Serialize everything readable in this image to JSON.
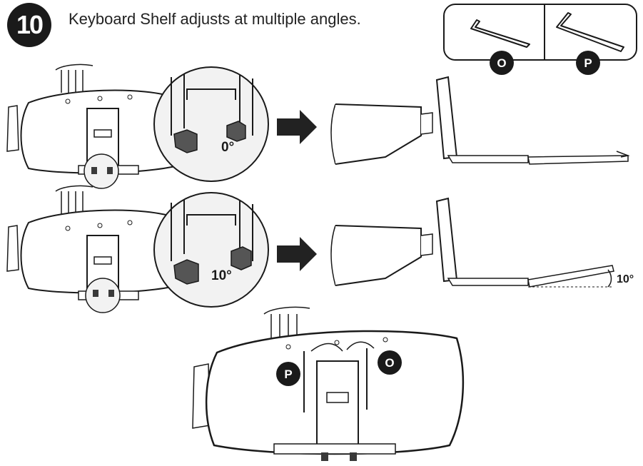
{
  "step": {
    "number": "10",
    "instruction": "Keyboard Shelf adjusts at multiple angles."
  },
  "tools": {
    "left_label": "O",
    "right_label": "P"
  },
  "panels": [
    {
      "angle_label": "0°"
    },
    {
      "angle_label": "10°",
      "side_angle_label": "10°"
    }
  ],
  "bottom_callouts": {
    "left": "P",
    "right": "O"
  },
  "colors": {
    "ink": "#1a1a1a",
    "part_fill": "#ffffff",
    "dark_part": "#3a3a3a",
    "arrow": "#222222"
  },
  "icons": [
    "allen-key-icon",
    "arrow-right-icon",
    "angle-arc-icon"
  ]
}
